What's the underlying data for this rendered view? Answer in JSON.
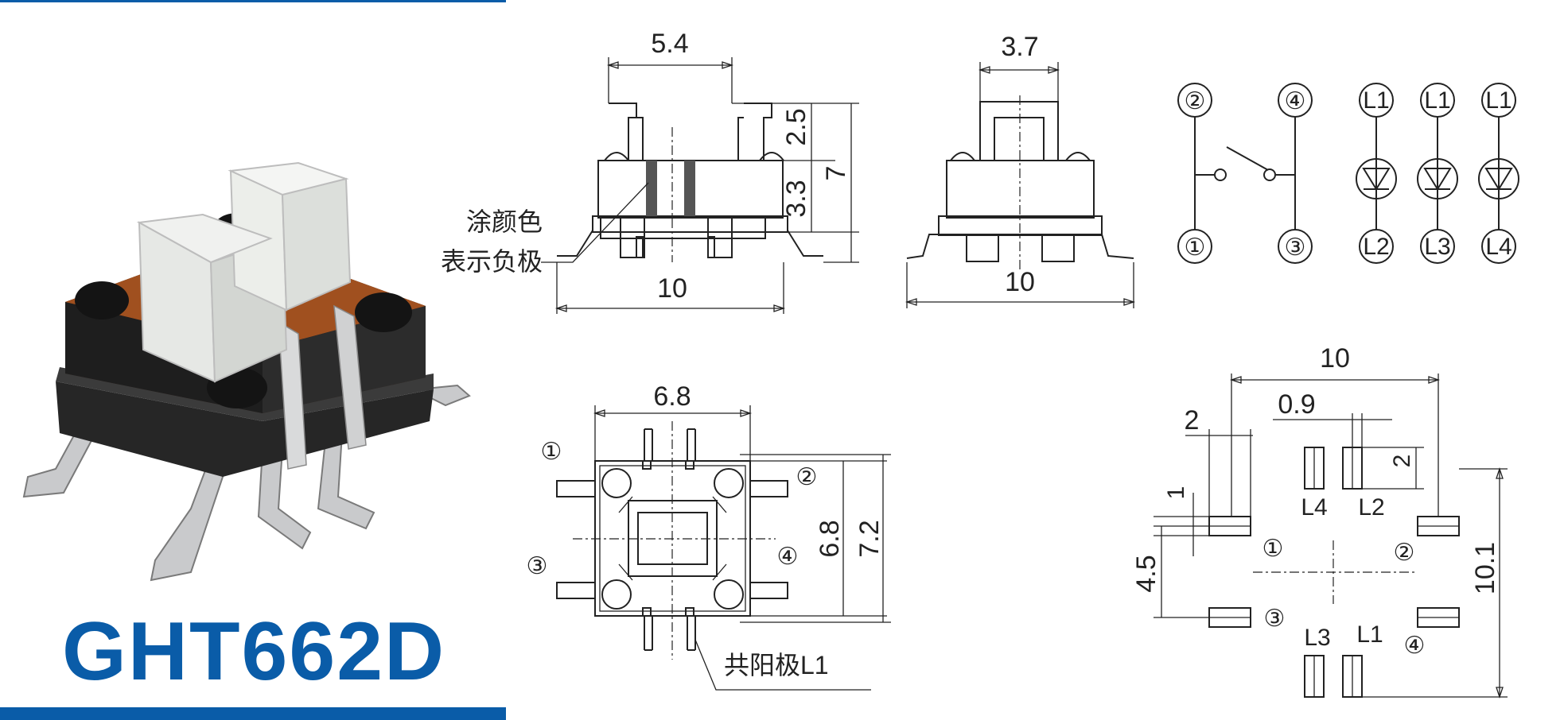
{
  "product": {
    "model": "GHT662D"
  },
  "side_view": {
    "top_width": "5.4",
    "upper_height": "2.5",
    "middle_height": "3.3",
    "total_height": "7",
    "base_width": "10",
    "note_line1": "涂颜色",
    "note_line2": "表示负极"
  },
  "front_view": {
    "top_width": "3.7",
    "base_width": "10"
  },
  "schematic": {
    "switch_pins": [
      "②",
      "①",
      "④",
      "③"
    ],
    "leds": [
      {
        "anode": "L1",
        "cathode": "L2"
      },
      {
        "anode": "L1",
        "cathode": "L3"
      },
      {
        "anode": "L1",
        "cathode": "L4"
      }
    ]
  },
  "top_view": {
    "body_width": "6.8",
    "body_height": "6.8",
    "total_height": "7.2",
    "pins": [
      "①",
      "②",
      "③",
      "④"
    ],
    "common_anode_label": "共阳极L1"
  },
  "pcb_layout": {
    "overall_width": "10",
    "pad_width": "2",
    "small_pad_width": "0.9",
    "small_pad_height": "2",
    "pad_height": "1",
    "pad_pitch": "4.5",
    "overall_height": "10.1",
    "pads": [
      "①",
      "②",
      "③",
      "④"
    ],
    "led_pads": [
      "L4",
      "L2",
      "L3",
      "L1"
    ]
  },
  "colors": {
    "brand_blue": "#0a5ca8"
  }
}
